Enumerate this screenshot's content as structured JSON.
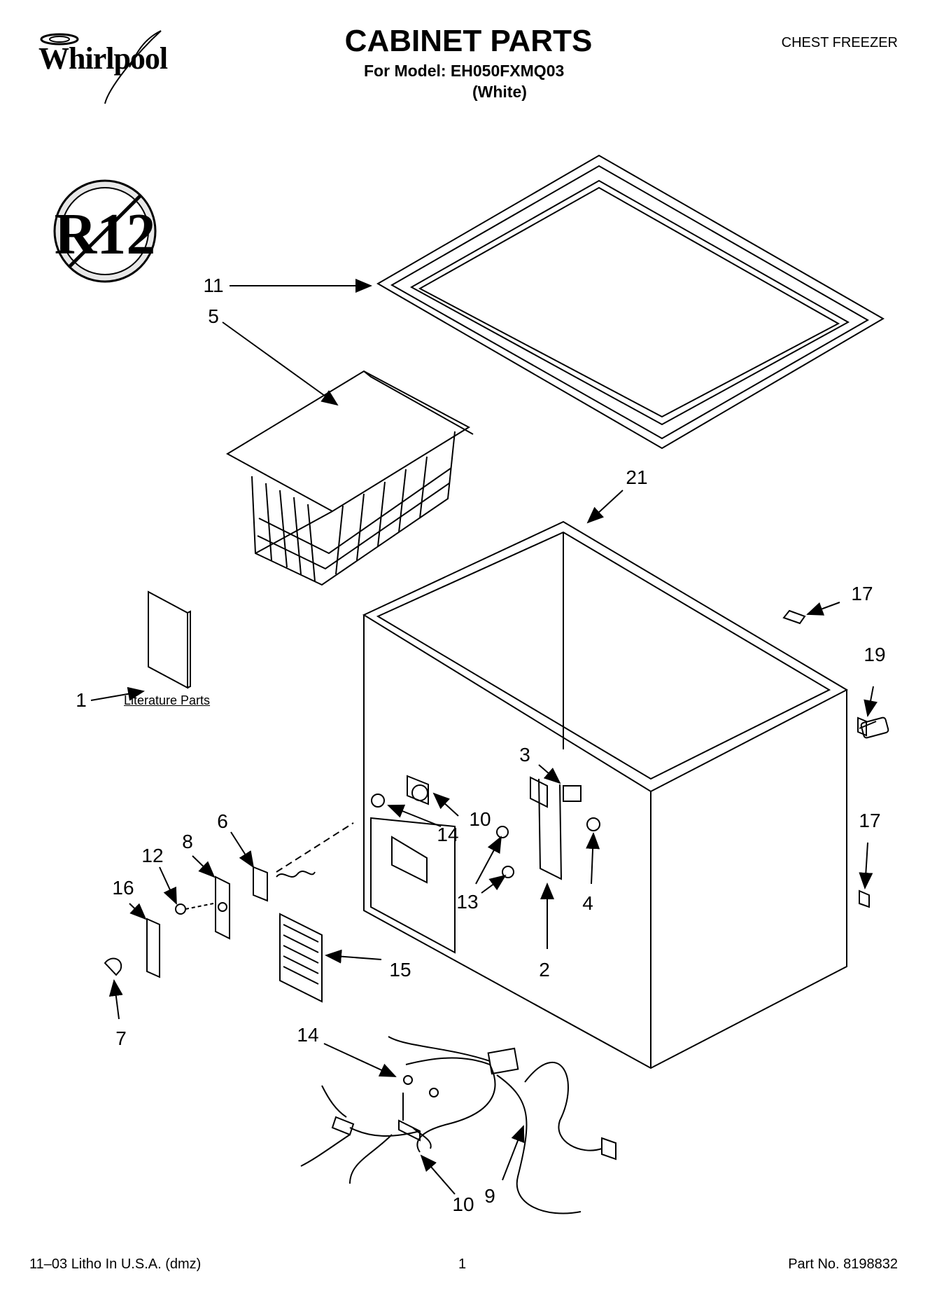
{
  "brand": "Whirlpool",
  "title": "CABINET PARTS",
  "model_line": "For Model: EH050FXMQ03",
  "color_line": "(White)",
  "product_type": "CHEST FREEZER",
  "badge_text": "R12",
  "literature_label": "Literature Parts",
  "callouts": {
    "c11": "11",
    "c5": "5",
    "c21": "21",
    "c17a": "17",
    "c19": "19",
    "c1": "1",
    "c3": "3",
    "c10a": "10",
    "c14a": "14",
    "c6": "6",
    "c8": "8",
    "c12": "12",
    "c16": "16",
    "c13": "13",
    "c4": "4",
    "c17b": "17",
    "c2": "2",
    "c15": "15",
    "c7": "7",
    "c14b": "14",
    "c10b": "10",
    "c9": "9"
  },
  "footer": {
    "left": "11–03 Litho In U.S.A. (dmz)",
    "center": "1",
    "right": "Part No. 8198832"
  }
}
